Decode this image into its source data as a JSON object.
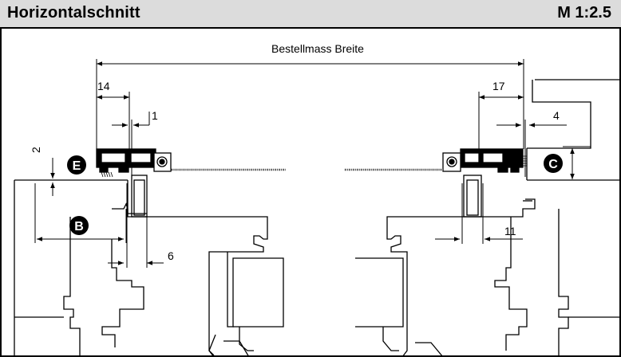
{
  "header": {
    "title": "Horizontalschnitt",
    "scale": "M 1:2.5"
  },
  "dimensions": {
    "overall_width_label": "Bestellmass Breite",
    "left_offset": "14",
    "left_gap": "1",
    "left_height": "2",
    "left_bottom_gap": "6",
    "right_offset": "17",
    "right_gap": "4",
    "right_bottom_gap": "11"
  },
  "markers": {
    "b": "B",
    "c": "C",
    "e": "E"
  }
}
